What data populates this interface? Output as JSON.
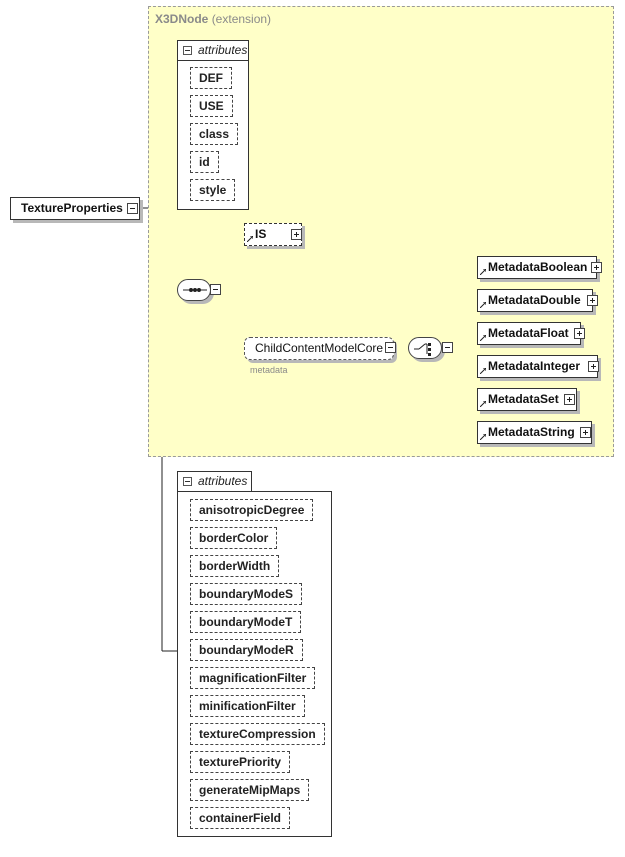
{
  "root": {
    "label": "TextureProperties"
  },
  "extension": {
    "title": "X3DNode",
    "subtitle": "(extension)",
    "attributes_label": "attributes",
    "attributes": [
      "DEF",
      "USE",
      "class",
      "id",
      "style"
    ],
    "is_label": "IS",
    "group_label": "ChildContentModelCore",
    "group_note": "metadata",
    "choices": [
      "MetadataBoolean",
      "MetadataDouble",
      "MetadataFloat",
      "MetadataInteger",
      "MetadataSet",
      "MetadataString"
    ]
  },
  "own": {
    "attributes_label": "attributes",
    "attributes": [
      "anisotropicDegree",
      "borderColor",
      "borderWidth",
      "boundaryModeS",
      "boundaryModeT",
      "boundaryModeR",
      "magnificationFilter",
      "minificationFilter",
      "textureCompression",
      "texturePriority",
      "generateMipMaps",
      "containerField"
    ]
  }
}
